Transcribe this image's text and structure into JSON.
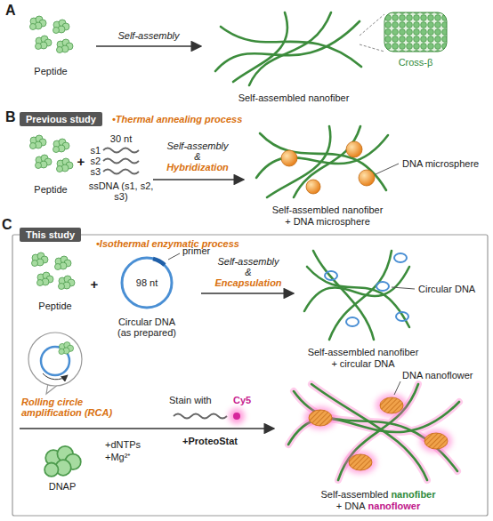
{
  "diagram": {
    "nodes": [
      {
        "text": [
          "Previous study"
        ]
      },
      {
        "text": [
          "This study"
        ]
      }
    ],
    "labels": [
      "A",
      "Peptide",
      "Self-assembly",
      "Self-assembled nanofiber",
      "Cross-β",
      "B",
      "•Thermal annealing process",
      "Peptide",
      "+",
      "30 nt",
      "s1",
      "s2",
      "s3",
      "ssDNA (s1, s2, s3)",
      "Self-assembly",
      "&",
      "Hybridization",
      "DNA microsphere",
      "Self-assembled nanofiber",
      "+ DNA microsphere",
      "C",
      "•Isothermal enzymatic process",
      "primer",
      "98 nt",
      "Peptide",
      "+",
      "Circular DNA (as prepared)",
      "Self-assembly",
      "&",
      "Encapsulation",
      "Circular DNA",
      "Self-assembled nanofiber",
      "+ circular DNA",
      "Rolling circle amplification (RCA)",
      "DNAP",
      "+dNTPs",
      "+Mg²⁺",
      "Stain with",
      "Cy5",
      "+ProteoStat",
      "DNA nanoflower",
      "Self-assembled",
      "nanofiber",
      "+ DNA",
      "nanoflower"
    ]
  }
}
